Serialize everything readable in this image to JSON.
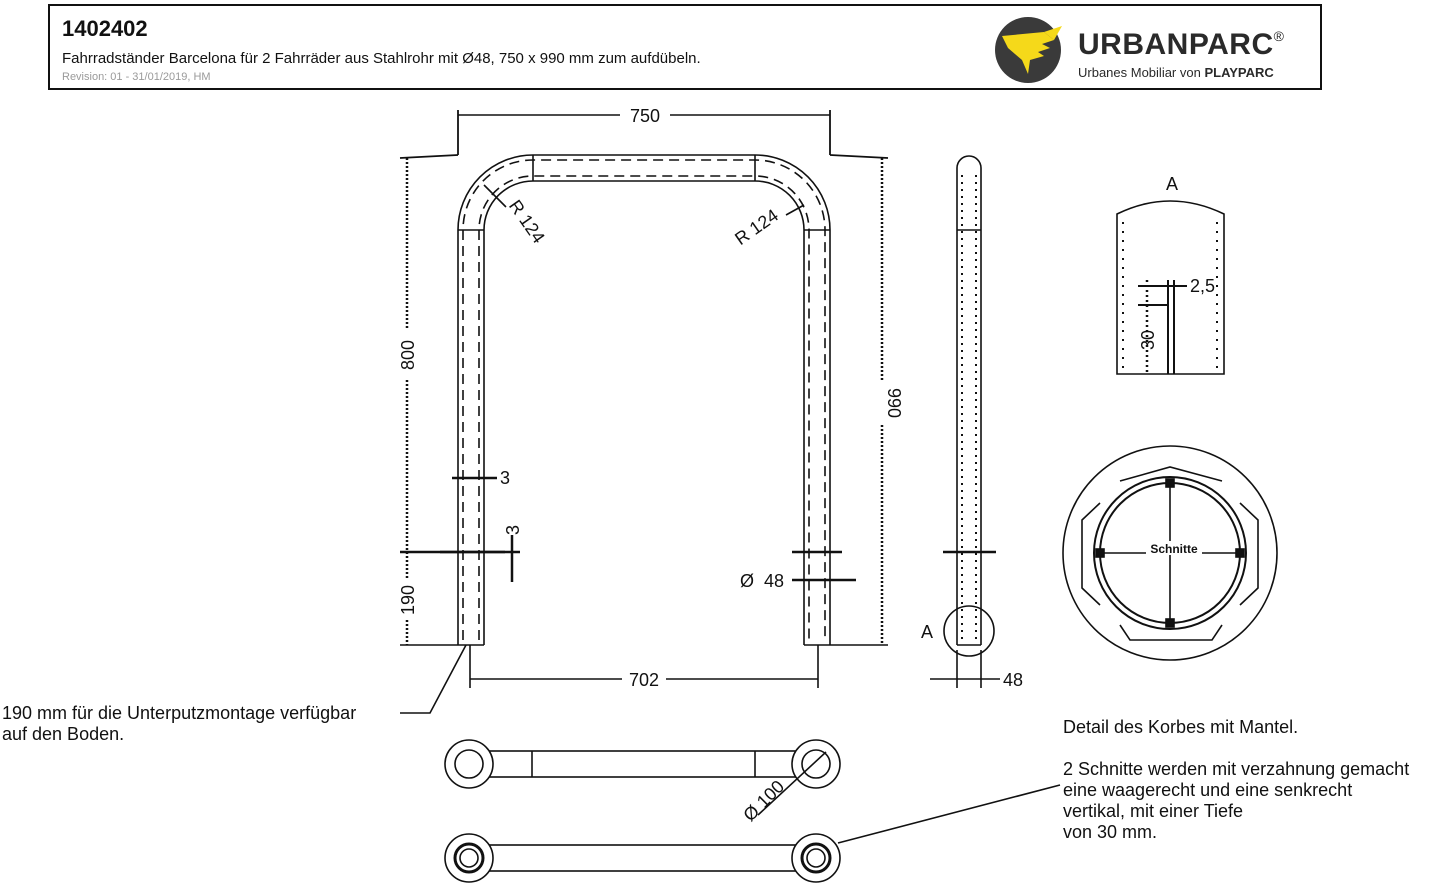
{
  "header": {
    "doc_number": "1402402",
    "description": "Fahrradständer Barcelona für 2 Fahrräder aus Stahlrohr mit Ø48, 750 x 990 mm zum aufdübeln.",
    "revision": "Revision: 01 - 31/01/2019, HM"
  },
  "logo": {
    "brand": "URBANPARC",
    "registered": "®",
    "tagline_prefix": "Urbanes Mobiliar von ",
    "tagline_brand": "PLAYPARC",
    "colors": {
      "yellow": "#f5d91a",
      "dark": "#3a3a3a"
    }
  },
  "dimensions": {
    "width_top": "750",
    "height_upper": "800",
    "height_total": "990",
    "radius_left": "R 124",
    "radius_right": "R 124",
    "thickness_1": "3",
    "thickness_2": "3",
    "embed_depth": "190",
    "diameter_tube": "Ø  48",
    "inner_width": "702",
    "side_width": "48",
    "section_label": "A",
    "detail_label": "A",
    "slot_width": "2,5",
    "slot_depth": "30",
    "cuts_label": "Schnitte",
    "base_diameter": "Ø 100"
  },
  "notes": {
    "left": [
      "190 mm für die Unterputzmontage verfügbar",
      "auf den Boden."
    ],
    "right_title": "Detail des Korbes mit Mantel.",
    "right_body": [
      "2 Schnitte werden mit verzahnung gemacht",
      "eine waagerecht und eine senkrecht",
      "vertikal, mit einer Tiefe",
      "von 30 mm."
    ]
  }
}
